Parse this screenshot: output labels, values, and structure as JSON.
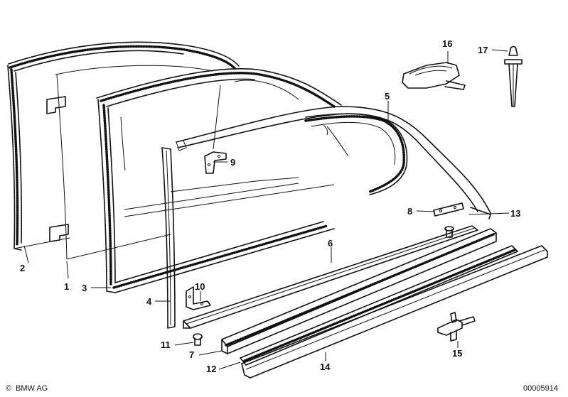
{
  "callouts": {
    "c1": "1",
    "c2": "2",
    "c3": "3",
    "c4": "4",
    "c5": "5",
    "c6": "6",
    "c7": "7",
    "c8": "8",
    "c9": "9",
    "c10": "10",
    "c11": "11",
    "c12": "12",
    "c13": "13",
    "c14": "14",
    "c15": "15",
    "c16": "16",
    "c17": "17"
  },
  "footer": {
    "copyright_symbol": "©",
    "brand": "BMW AG",
    "drawing_number": "00005914"
  }
}
